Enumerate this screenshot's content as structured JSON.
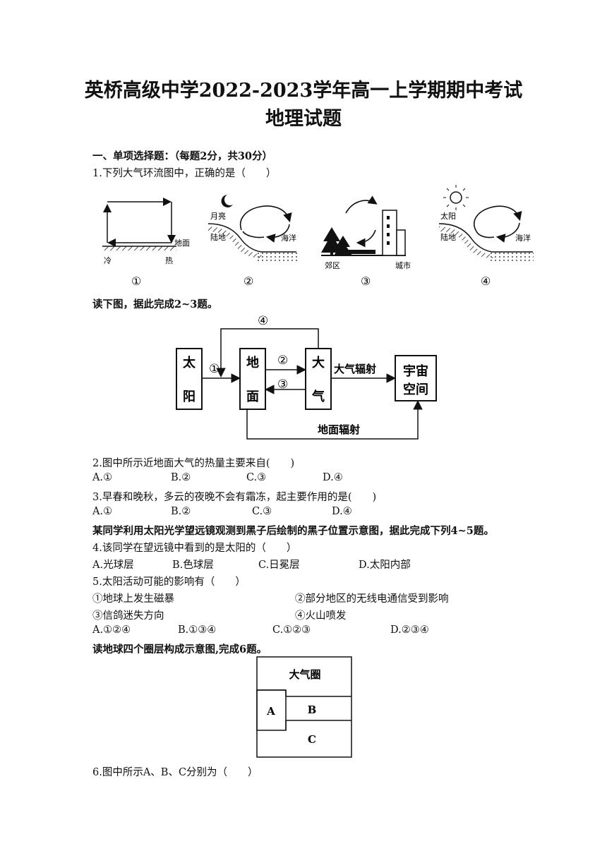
{
  "header": {
    "title": "英桥高级中学2022-2023学年高一上学期期中考试",
    "subtitle": "地理试题"
  },
  "section1": "一、单项选择题：（每题2分，共30分）",
  "q1": {
    "stem": "1.下列大气环流图中，正确的是（　　）",
    "fig": {
      "d1_ground": "地面",
      "d1_cold": "冷",
      "d1_hot": "热",
      "d2_moon": "月亮",
      "d2_land": "陆地",
      "d2_sea": "海洋",
      "d3_suburb": "郊区",
      "d3_city": "城市",
      "d4_sun": "太阳",
      "d4_land": "陆地",
      "d4_sea": "海洋",
      "n1": "①",
      "n2": "②",
      "n3": "③",
      "n4": "④"
    }
  },
  "read2": "读下图，据此完成2~3题。",
  "heat_diagram": {
    "sun_1": "太",
    "sun_2": "阳",
    "ground_1": "地",
    "ground_2": "面",
    "atmo_1": "大",
    "atmo_2": "气",
    "space_1": "宇宙",
    "space_2": "空间",
    "a1": "①",
    "a2": "②",
    "a3": "③",
    "a4": "④",
    "atmo_rad": "大气辐射",
    "ground_rad": "地面辐射"
  },
  "q2": {
    "stem": "2.图中所示近地面大气的热量主要来自(　　)",
    "options": [
      "A.①",
      "B.②",
      "C.③",
      "D.④"
    ]
  },
  "q3": {
    "stem": "3.早春和晚秋，多云的夜晚不会有霜冻，起主要作用的是(　　)",
    "options": [
      "A.①",
      "B.②",
      "C.③",
      "D.④"
    ]
  },
  "read4": "某同学利用太阳光学望远镜观测到黑子后绘制的黑子位置示意图，据此完成下列4~5题。",
  "q4": {
    "stem": "4.该同学在望远镜中看到的是太阳的（　　）",
    "options": [
      "A.光球层",
      "B.色球层",
      "C.日冕层",
      "D.太阳内部"
    ]
  },
  "q5": {
    "stem": "5.太阳活动可能的影响有（　　）",
    "items": [
      "①地球上发生磁暴",
      "②部分地区的无线电通信受到影响",
      "③信鸽迷失方向",
      "④火山喷发"
    ],
    "options": [
      "A.①②④",
      "B.①③④",
      "C.①②③",
      "D.②③④"
    ]
  },
  "read6": "读地球四个圈层构成示意图,完成6题。",
  "sphere_diagram": {
    "top": "大气圈",
    "a": "A",
    "b": "B",
    "c": "C"
  },
  "q6": {
    "stem": "6.图中所示A、B、C分别为（　　）"
  }
}
